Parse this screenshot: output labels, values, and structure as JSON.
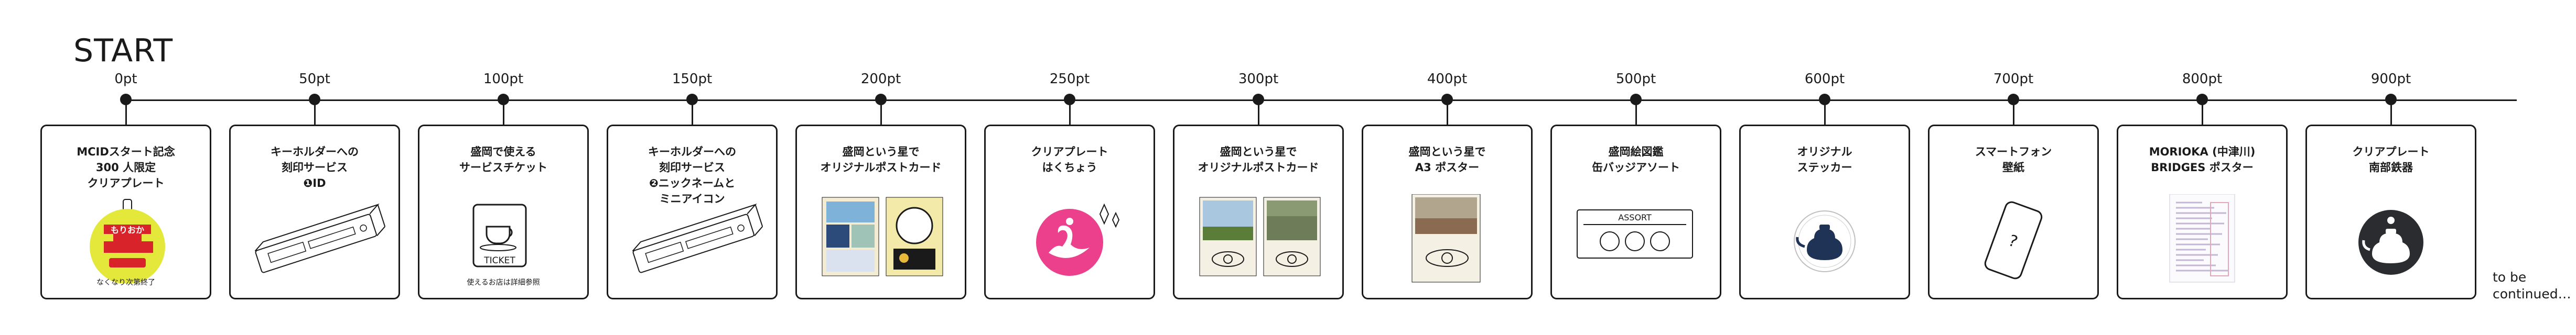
{
  "start_label": "START",
  "continued_label": "to be\ncontinued…",
  "milestones": [
    {
      "pt": "0pt",
      "title": "MCIDスタート記念\n300 人限定\nクリアプレート",
      "note": "なくなり次第終了",
      "badge_text": "もりおか"
    },
    {
      "pt": "50pt",
      "title": "キーホルダーへの\n刻印サービス\n❶ID",
      "note": ""
    },
    {
      "pt": "100pt",
      "title": "盛岡で使える\nサービスチケット",
      "note": "使えるお店は詳細参照",
      "ticket_label": "TICKET"
    },
    {
      "pt": "150pt",
      "title": "キーホルダーへの\n刻印サービス\n❷ニックネームと\nミニアイコン",
      "note": ""
    },
    {
      "pt": "200pt",
      "title": "盛岡という星で\nオリジナルポストカード",
      "note": ""
    },
    {
      "pt": "250pt",
      "title": "クリアプレート\nはくちょう",
      "note": ""
    },
    {
      "pt": "300pt",
      "title": "盛岡という星で\nオリジナルポストカード",
      "note": ""
    },
    {
      "pt": "400pt",
      "title": "盛岡という星で\nA3 ポスター",
      "note": ""
    },
    {
      "pt": "500pt",
      "title": "盛岡絵図鑑\n缶バッジアソート",
      "note": "",
      "assort_label": "ASSORT"
    },
    {
      "pt": "600pt",
      "title": "オリジナル\nステッカー",
      "note": ""
    },
    {
      "pt": "700pt",
      "title": "スマートフォン\n壁紙",
      "note": "",
      "phone_mark": "?"
    },
    {
      "pt": "800pt",
      "title": "MORIOKA (中津川)\nBRIDGES ポスター",
      "note": ""
    },
    {
      "pt": "900pt",
      "title": "クリアプレート\n南部鉄器",
      "note": ""
    }
  ],
  "colors": {
    "ink": "#1a1a1a",
    "badge_yellow": "#e3e83a",
    "badge_red": "#d8232a",
    "swan_pink": "#ec3f8c",
    "tetsubin_navy": "#1f3357"
  }
}
